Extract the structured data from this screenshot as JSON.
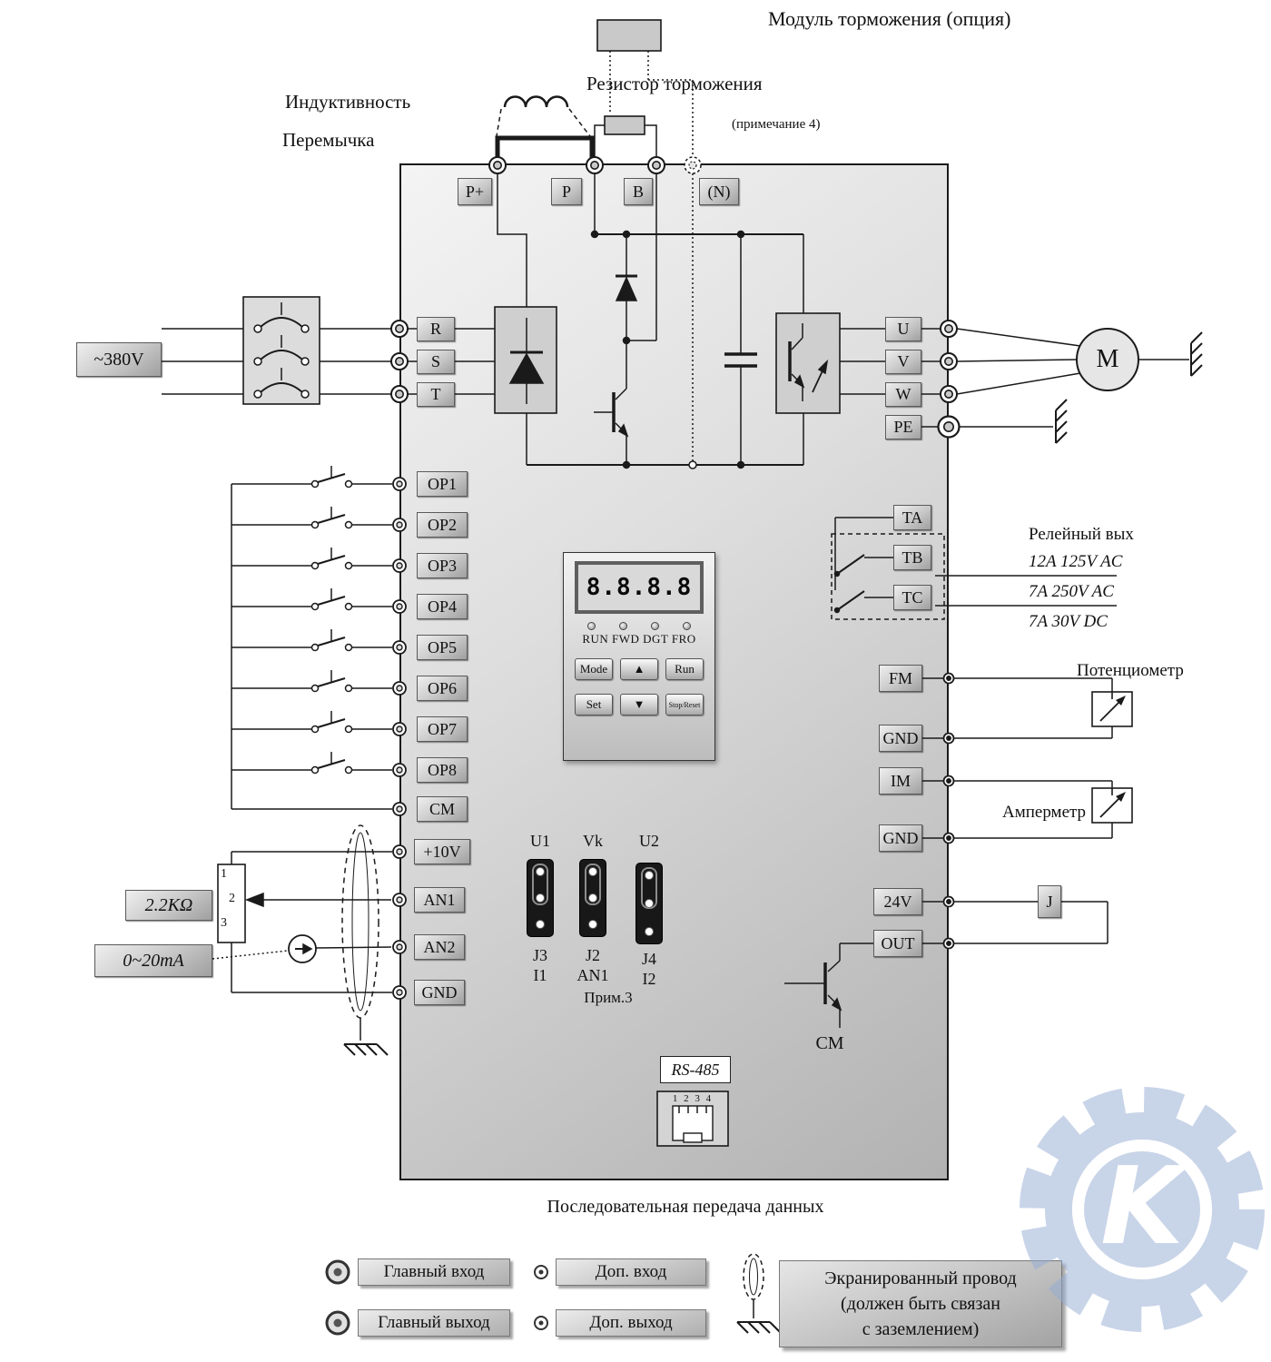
{
  "annotations": {
    "brake_module": "Модуль торможения (опция)",
    "brake_resistor": "Резистор торможения",
    "note4": "(примечание 4)",
    "inductance": "Индуктивность",
    "jumper": "Перемычка",
    "serial": "Последовательная передача данных",
    "relay_out": "Релейный вых",
    "relay_spec1": "12A 125V AC",
    "relay_spec2": "7A 250V AC",
    "relay_spec3": "7A 30V DC",
    "potentiometer": "Потенциометр",
    "ammeter": "Амперметр",
    "note3": "Прим.3"
  },
  "power": {
    "supply": "~380V",
    "dc": [
      "P+",
      "P",
      "B",
      "(N)"
    ],
    "in": [
      "R",
      "S",
      "T"
    ],
    "out": [
      "U",
      "V",
      "W"
    ],
    "pe": "PE",
    "motor": "M"
  },
  "din": [
    "OP1",
    "OP2",
    "OP3",
    "OP4",
    "OP5",
    "OP6",
    "OP7",
    "OP8",
    "CM"
  ],
  "ain": [
    "+10V",
    "AN1",
    "AN2",
    "GND"
  ],
  "analog": {
    "pot_value": "2.2KΩ",
    "current_range": "0~20mA",
    "pins": [
      "1",
      "2",
      "3"
    ]
  },
  "keypad": {
    "display": "8.8.8.8",
    "leds": "RUN FWD DGT FRO",
    "mode": "Mode",
    "up": "▲",
    "run": "Run",
    "set": "Set",
    "down": "▼",
    "stop": "Stop/Reset"
  },
  "jumpers": {
    "headers": [
      "U1",
      "Vk",
      "U2"
    ],
    "names": [
      "J3",
      "J2",
      "J4"
    ],
    "signals": [
      "I1",
      "AN1",
      "I2"
    ]
  },
  "comm": {
    "label": "RS-485",
    "pins": "1 2 3 4"
  },
  "relay": [
    "TA",
    "TB",
    "TC"
  ],
  "aout": [
    "FM",
    "GND",
    "IM",
    "GND"
  ],
  "dout": {
    "v24": "24V",
    "out": "OUT",
    "coil": "J",
    "common": "CM"
  },
  "legend": {
    "main_input": "Главный вход",
    "main_output": "Главный выход",
    "aux_input": "Доп. вход",
    "aux_output": "Доп. выход",
    "shield1": "Экранированный провод",
    "shield2": "(должен быть связан",
    "shield3": "с заземлением)"
  },
  "watermark": {
    "letter": "K"
  }
}
